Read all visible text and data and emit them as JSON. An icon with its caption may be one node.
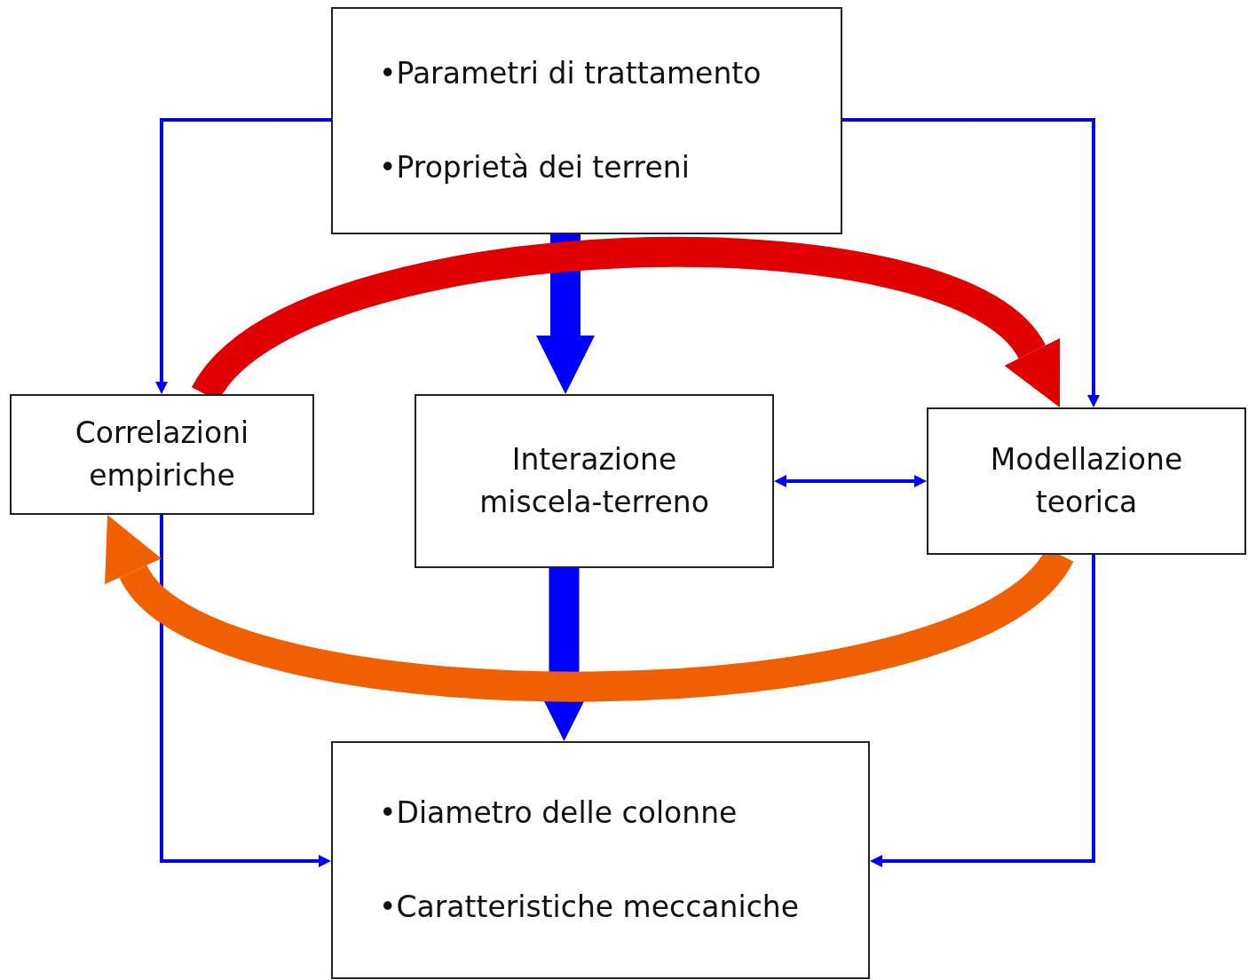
{
  "diagram": {
    "nodes": [
      {
        "text": [
          "•Parametri di trattamento",
          "•Proprietà dei terreni"
        ]
      },
      {
        "text": [
          "Correlazioni empiriche"
        ]
      },
      {
        "text": [
          "Interazione miscela-terreno"
        ]
      },
      {
        "text": [
          "Modellazione teorica"
        ]
      },
      {
        "text": [
          "•Diametro delle colonne",
          "•Caratteristiche meccaniche"
        ]
      }
    ],
    "edges": [
      {
        "from": 0,
        "to": 1,
        "arrow": "to"
      },
      {
        "from": 0,
        "to": 3,
        "arrow": "to"
      },
      {
        "from": 0,
        "to": 2,
        "arrow": "to",
        "style": "thick"
      },
      {
        "from": 2,
        "to": 3,
        "arrow": "both"
      },
      {
        "from": 1,
        "to": 4,
        "arrow": "to"
      },
      {
        "from": 3,
        "to": 4,
        "arrow": "to"
      },
      {
        "from": 2,
        "to": 4,
        "arrow": "to",
        "style": "thick"
      },
      {
        "from": 1,
        "to": 3,
        "arrow": "to",
        "style": "thick",
        "color": "#e00000"
      },
      {
        "from": 3,
        "to": 1,
        "arrow": "to",
        "style": "thick",
        "color": "#f06000"
      }
    ]
  }
}
